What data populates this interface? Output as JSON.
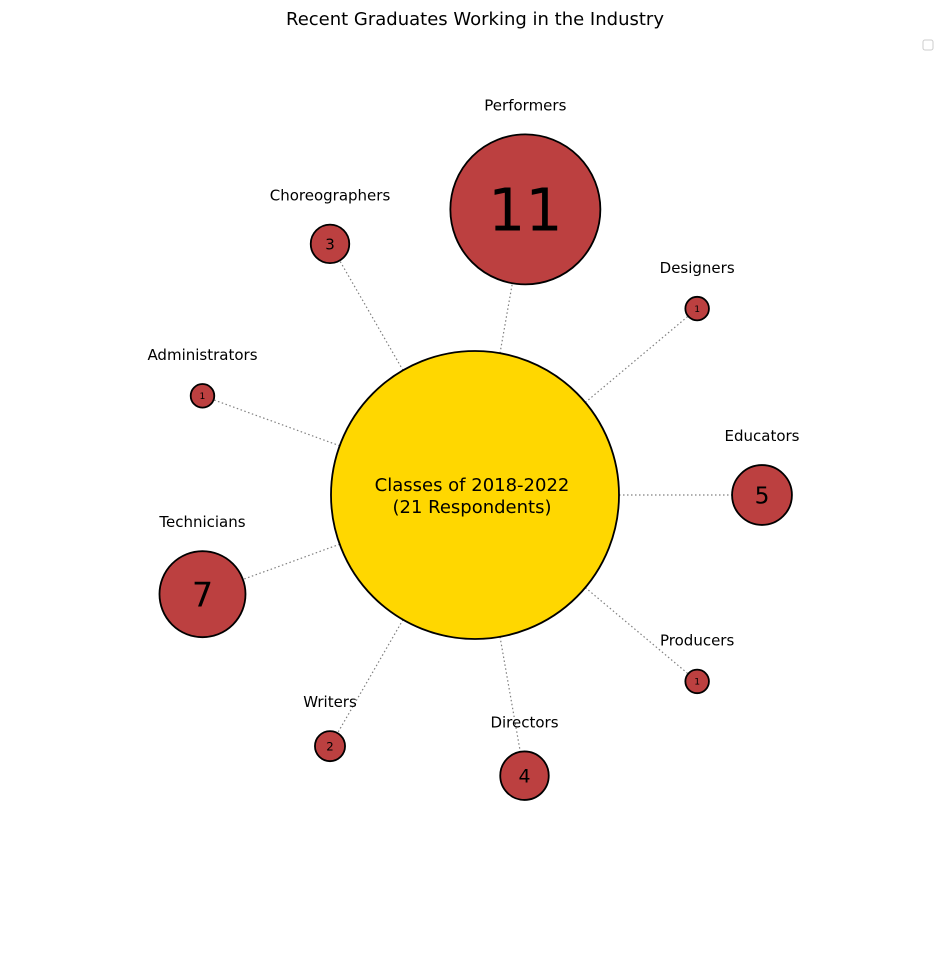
{
  "chart_data": {
    "type": "bubble-hub",
    "title": "Recent Graduates Working in the Industry",
    "center": {
      "label_lines": [
        "Classes of 2018-2022",
        "(21 Respondents)"
      ],
      "color": "#FFD700"
    },
    "node_color": "#BC4040",
    "categories": [
      "Performers",
      "Designers",
      "Educators",
      "Producers",
      "Directors",
      "Writers",
      "Technicians",
      "Administrators",
      "Choreographers"
    ],
    "values": [
      11,
      1,
      5,
      1,
      4,
      2,
      7,
      1,
      3
    ],
    "nodes": [
      {
        "name": "Performers",
        "value": 11
      },
      {
        "name": "Designers",
        "value": 1
      },
      {
        "name": "Educators",
        "value": 5
      },
      {
        "name": "Producers",
        "value": 1
      },
      {
        "name": "Directors",
        "value": 4
      },
      {
        "name": "Writers",
        "value": 2
      },
      {
        "name": "Technicians",
        "value": 7
      },
      {
        "name": "Administrators",
        "value": 1
      },
      {
        "name": "Choreographers",
        "value": 3
      }
    ],
    "legend": {
      "placement": "top-right",
      "entries": []
    },
    "grid": false
  }
}
